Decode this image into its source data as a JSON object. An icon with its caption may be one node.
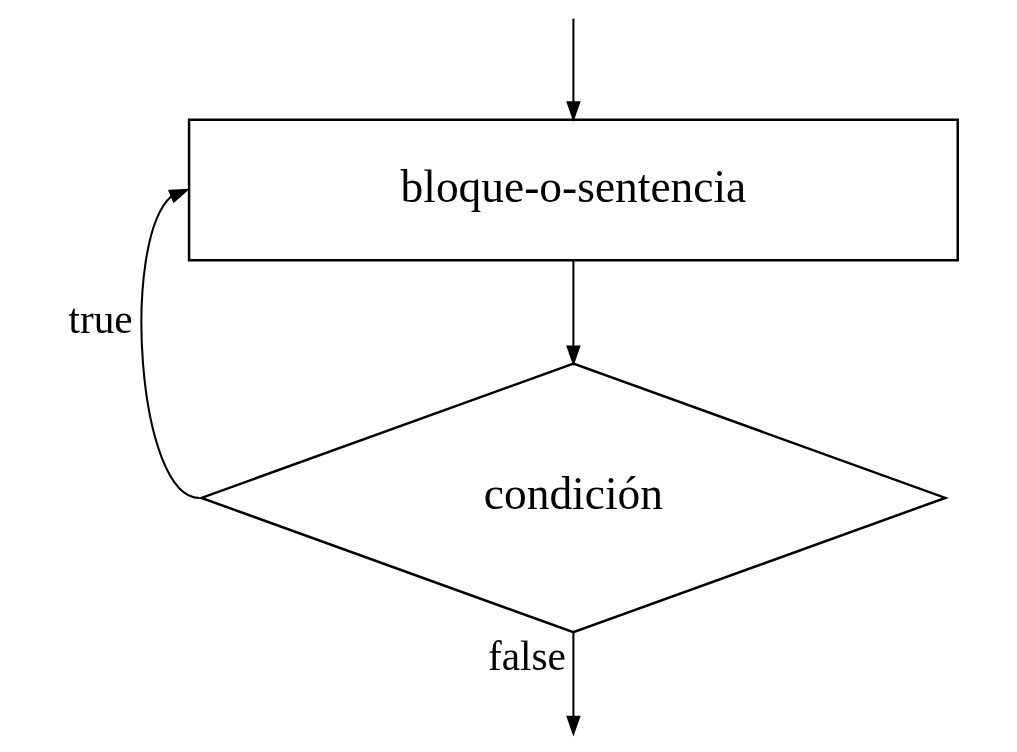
{
  "diagram": {
    "nodes": [
      {
        "text": [
          "bloque-o-sentencia"
        ]
      },
      {
        "text": [
          "condición"
        ]
      }
    ],
    "edges": [
      {
        "from": null,
        "to": 0,
        "arrow": "to"
      },
      {
        "from": 0,
        "to": 1,
        "arrow": "to"
      },
      {
        "from": 1,
        "to": 0,
        "arrow": "to",
        "label": "true"
      },
      {
        "from": 1,
        "to": null,
        "arrow": "to",
        "label": "false"
      }
    ]
  }
}
